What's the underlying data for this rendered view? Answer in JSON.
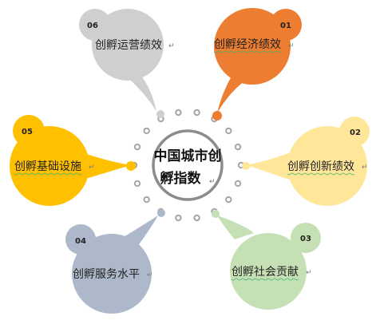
{
  "center": {
    "line1": "中国城市创",
    "line2": "孵指数",
    "line2_mark": "↵"
  },
  "petals": [
    {
      "key": "ops",
      "number": "06",
      "label": "创孵运营绩效",
      "mark": "↵",
      "color": "#d0cece"
    },
    {
      "key": "econ",
      "number": "01",
      "label": "创孵经济绩效",
      "mark": "↵",
      "color": "#ed7d31"
    },
    {
      "key": "innov",
      "number": "02",
      "label": "创孵创新绩效",
      "mark": "↵",
      "color": "#ffe699"
    },
    {
      "key": "social",
      "number": "03",
      "label": "创孵社会贡献",
      "mark": "↵",
      "color": "#c5e0b4"
    },
    {
      "key": "service",
      "number": "04",
      "label": "创孵服务水平",
      "mark": "↵",
      "color": "#adb9ca"
    },
    {
      "key": "infra",
      "number": "05",
      "label": "创孵基础设施",
      "mark": "↵",
      "color": "#ffc000"
    }
  ]
}
